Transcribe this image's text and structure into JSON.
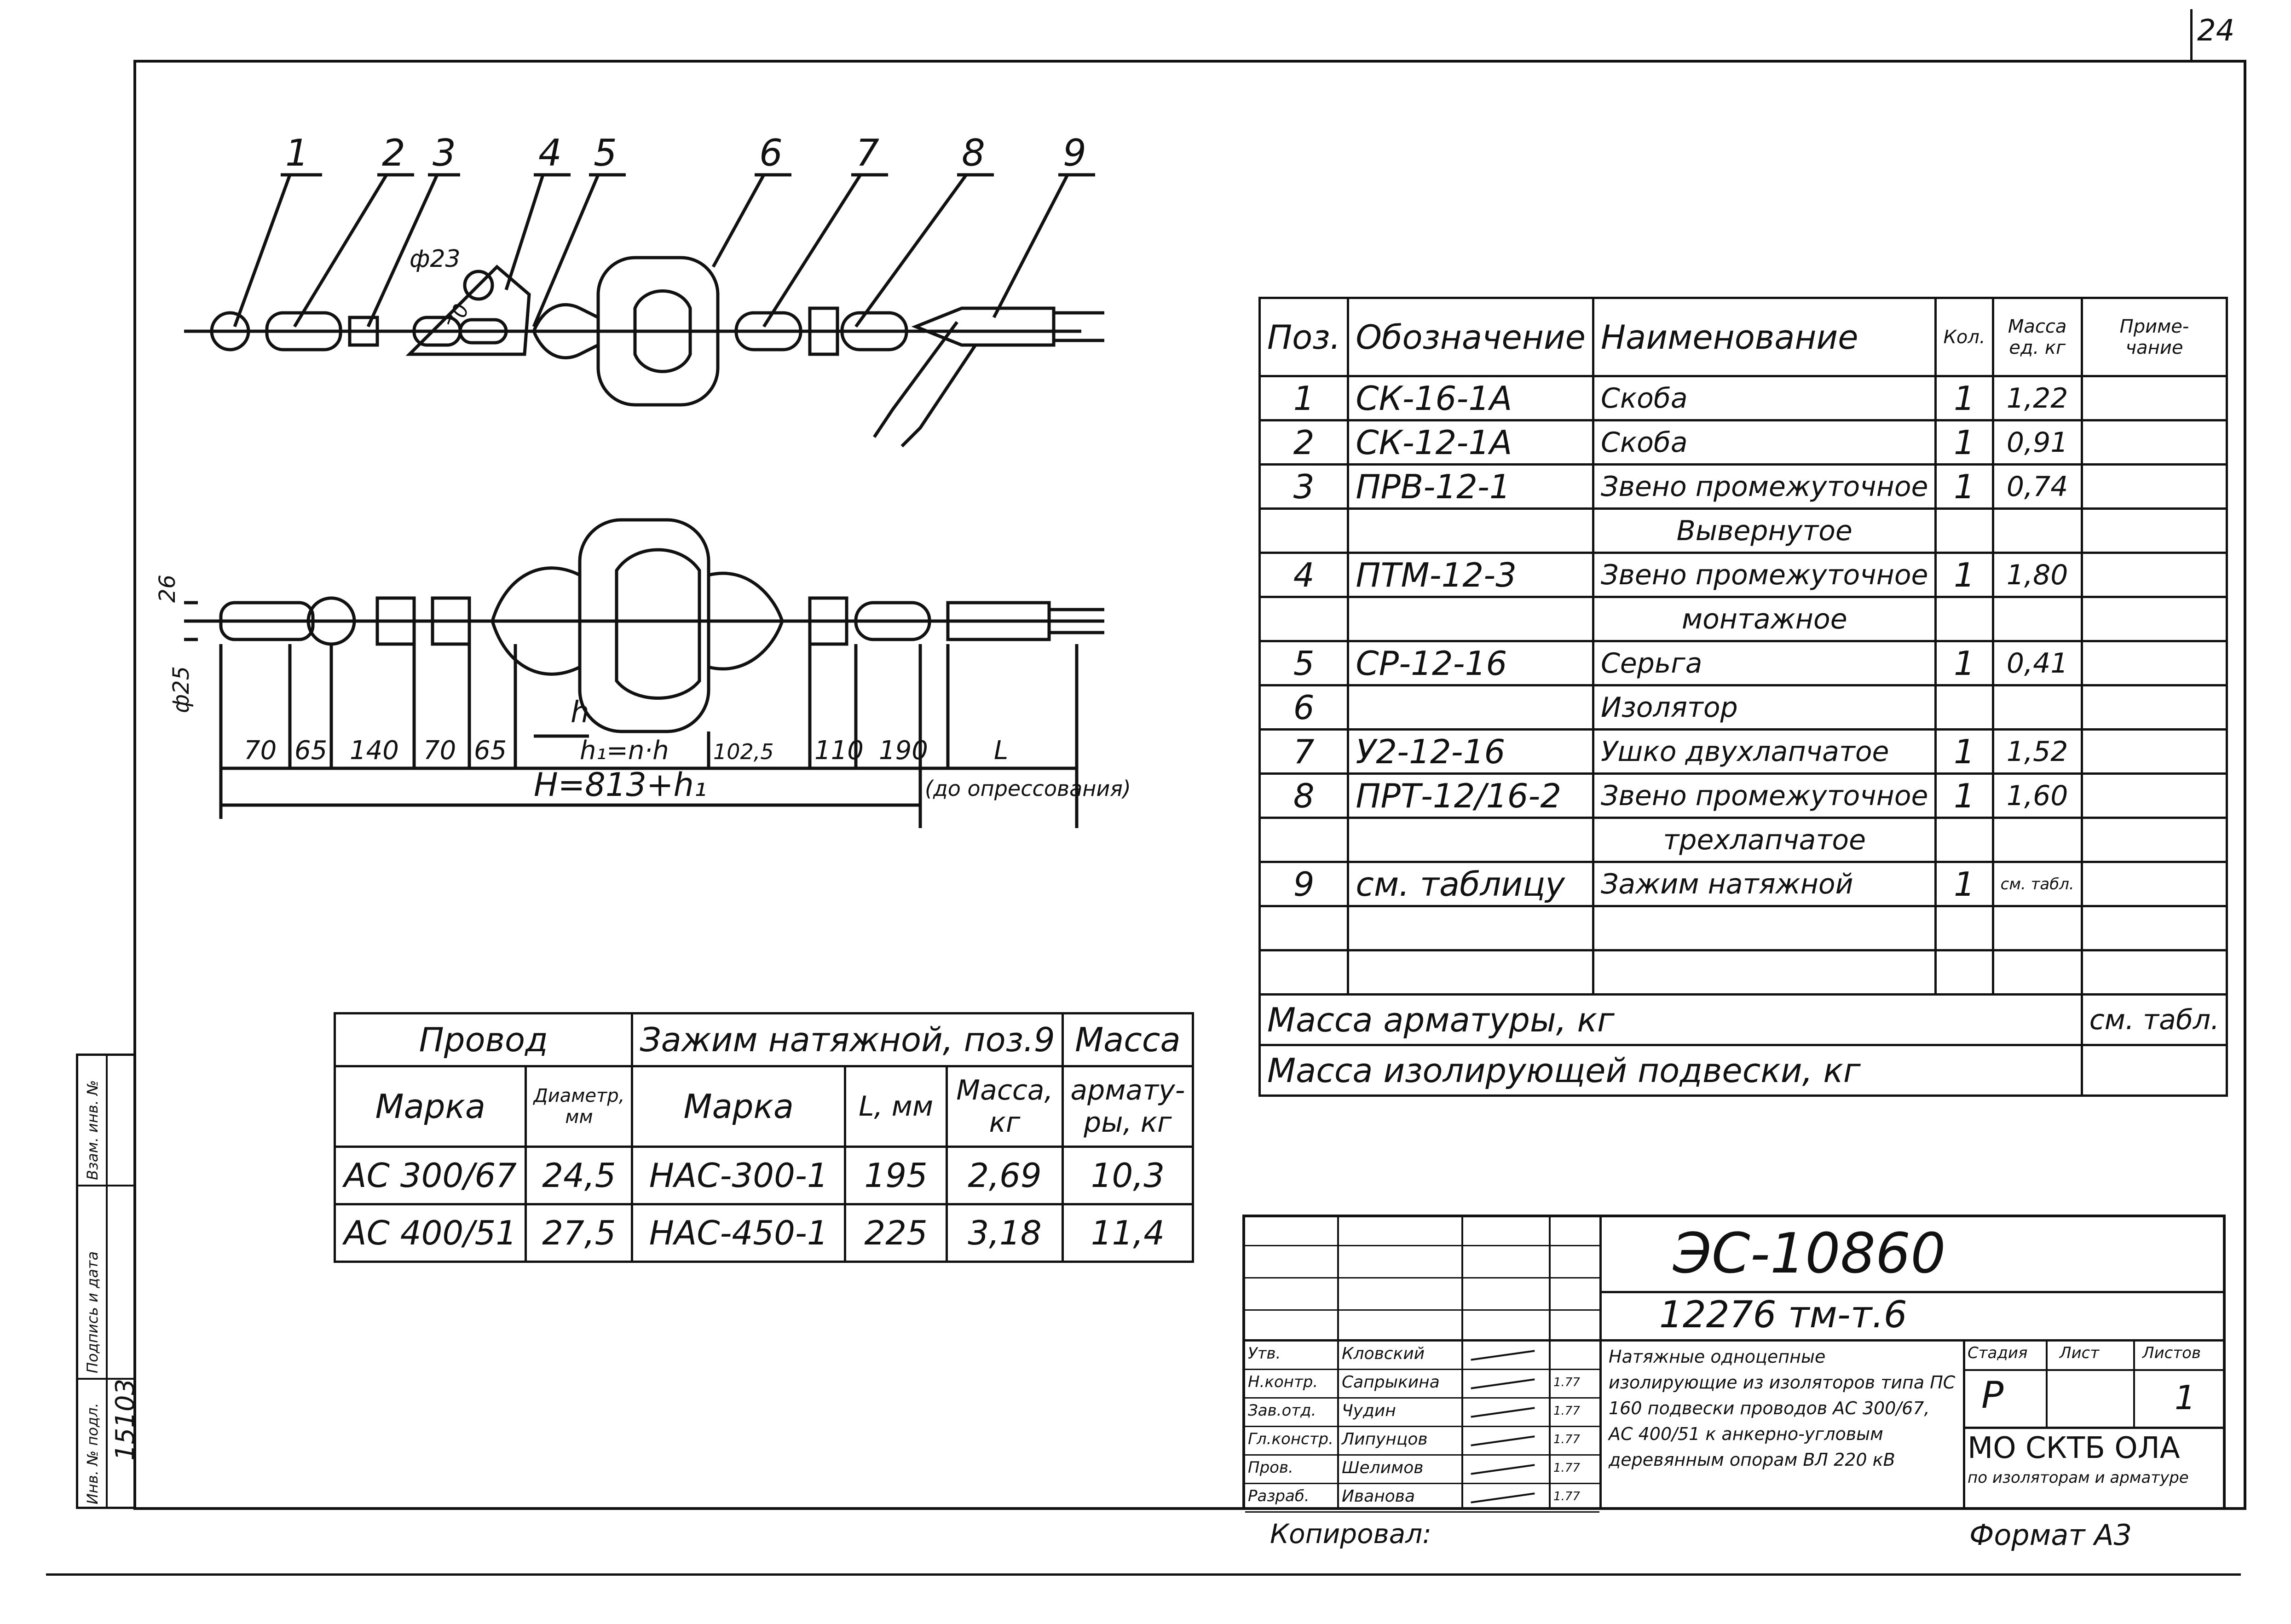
{
  "sheet": {
    "number": "24",
    "format_label": "Формат А3",
    "copied_by": "Копировал:"
  },
  "drawing": {
    "positions": [
      "1",
      "2",
      "3",
      "4",
      "5",
      "6",
      "7",
      "8",
      "9"
    ],
    "dia_label": "ф23",
    "side_label_70": "70",
    "dim_26": "26",
    "dim_25": "ф25",
    "h_label": "h",
    "dims": [
      "70",
      "65",
      "140",
      "70",
      "65",
      "h₁=n·h",
      "102,5",
      "110",
      "190",
      "L"
    ],
    "total": "H=813+h₁",
    "note": "(до опрессования)"
  },
  "spec_table": {
    "headers": [
      "Поз.",
      "Обозначение",
      "Наименование",
      "Кол.",
      "Масса ед. кг",
      "Примечание"
    ],
    "header_mass": [
      "Масса",
      "ед. кг"
    ],
    "header_note": [
      "Приме-",
      "чание"
    ],
    "rows": [
      {
        "pos": "1",
        "code": "СК-16-1А",
        "name": "Скоба",
        "qty": "1",
        "mass": "1,22",
        "note": ""
      },
      {
        "pos": "2",
        "code": "СК-12-1А",
        "name": "Скоба",
        "qty": "1",
        "mass": "0,91",
        "note": ""
      },
      {
        "pos": "3",
        "code": "ПРВ-12-1",
        "name": "Звено промежуточное",
        "qty": "1",
        "mass": "0,74",
        "note": ""
      },
      {
        "pos": "",
        "code": "",
        "name": "Вывернутое",
        "qty": "",
        "mass": "",
        "note": ""
      },
      {
        "pos": "4",
        "code": "ПТМ-12-3",
        "name": "Звено промежуточное",
        "qty": "1",
        "mass": "1,80",
        "note": ""
      },
      {
        "pos": "",
        "code": "",
        "name": "монтажное",
        "qty": "",
        "mass": "",
        "note": ""
      },
      {
        "pos": "5",
        "code": "СР-12-16",
        "name": "Серьга",
        "qty": "1",
        "mass": "0,41",
        "note": ""
      },
      {
        "pos": "6",
        "code": "",
        "name": "Изолятор",
        "qty": "",
        "mass": "",
        "note": ""
      },
      {
        "pos": "7",
        "code": "У2-12-16",
        "name": "Ушко двухлапчатое",
        "qty": "1",
        "mass": "1,52",
        "note": ""
      },
      {
        "pos": "8",
        "code": "ПРТ-12/16-2",
        "name": "Звено промежуточное",
        "qty": "1",
        "mass": "1,60",
        "note": ""
      },
      {
        "pos": "",
        "code": "",
        "name": "трехлапчатое",
        "qty": "",
        "mass": "",
        "note": ""
      },
      {
        "pos": "9",
        "code": "см. таблицу",
        "name": "Зажим натяжной",
        "qty": "1",
        "mass": "см. табл.",
        "note": ""
      },
      {
        "pos": "",
        "code": "",
        "name": "",
        "qty": "",
        "mass": "",
        "note": ""
      },
      {
        "pos": "",
        "code": "",
        "name": "",
        "qty": "",
        "mass": "",
        "note": ""
      }
    ],
    "footer1_label": "Масса арматуры, кг",
    "footer1_value": "см. табл.",
    "footer2_label": "Масса изолирующей подвески, кг",
    "footer2_value": ""
  },
  "wire_table": {
    "group_wire": "Провод",
    "group_clamp": "Зажим натяжной, поз.9",
    "group_mass": "Масса",
    "h_mark": "Марка",
    "h_diam": [
      "Диаметр,",
      "мм"
    ],
    "h_clamp_mark": "Марка",
    "h_len": "L, мм",
    "h_cmass": [
      "Масса,",
      "кг"
    ],
    "h_fit": [
      "армату-",
      "ры, кг"
    ],
    "rows": [
      {
        "mark": "АС 300/67",
        "diam": "24,5",
        "clamp": "НАС-300-1",
        "len": "195",
        "mass": "2,69",
        "fit": "10,3"
      },
      {
        "mark": "АС 400/51",
        "diam": "27,5",
        "clamp": "НАС-450-1",
        "len": "225",
        "mass": "3,18",
        "fit": "11,4"
      }
    ]
  },
  "title_block": {
    "code": "ЭС-10860",
    "sub": "12276 тм-т.6",
    "roles": [
      "Утв.",
      "Н.контр.",
      "Зав.отд.",
      "Гл.констр.",
      "Пров.",
      "Разраб."
    ],
    "names": [
      "Кловский",
      "Сапрыкина",
      "Чудин",
      "Липунцов",
      "Шелимов",
      "Иванова"
    ],
    "dates": [
      "",
      "1.77",
      "1.77",
      "1.77",
      "1.77",
      "1.77"
    ],
    "description": "Натяжные одноцепные изолирующие из изоляторов типа ПС 160 подвески проводов АС 300/67, АС 400/51 к анкерно-угловым деревянным опорам ВЛ 220 кВ",
    "stage_label": "Стадия",
    "sheet_label": "Лист",
    "sheets_label": "Листов",
    "stage": "Р",
    "sheet_val": "",
    "sheets_val": "1",
    "org_line1": "МО СКТБ ОЛА",
    "org_line2": "по изоляторам и арматуре"
  },
  "side_stamp": {
    "inv": "15103",
    "labels": [
      "Инв. № подл.",
      "Подпись и дата",
      "Взам. инв. №"
    ]
  }
}
